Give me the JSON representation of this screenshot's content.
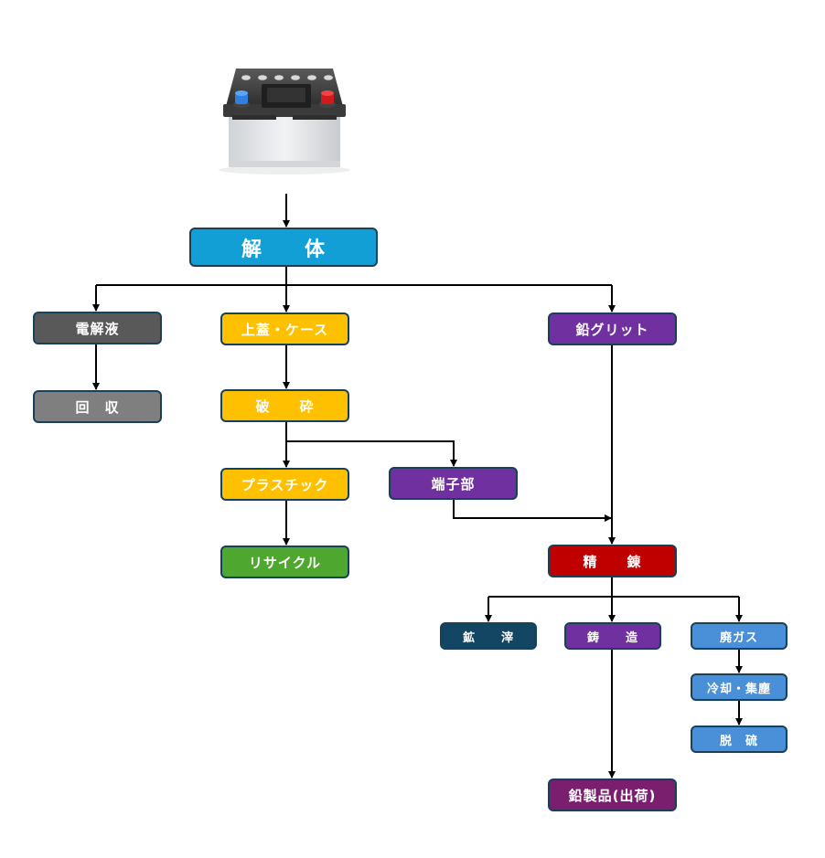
{
  "diagram": {
    "title": "鉛蓄電池リサイクルフロー",
    "source_icon": "car-battery-icon",
    "nodes": {
      "kaitai": {
        "label": "解　　体",
        "color": "#119fd6"
      },
      "denkaieki": {
        "label": "電解液",
        "color": "#595959"
      },
      "kaishu": {
        "label": "回　収",
        "color": "#7f7f7f"
      },
      "uwabuta": {
        "label": "上蓋・ケース",
        "color": "#ffc000"
      },
      "hasai": {
        "label": "破　　砕",
        "color": "#ffc000"
      },
      "plastic": {
        "label": "プラスチック",
        "color": "#ffc000"
      },
      "recycle": {
        "label": "リサイクル",
        "color": "#4ea72e"
      },
      "tanshibu": {
        "label": "端子部",
        "color": "#7030a0"
      },
      "namari_grid": {
        "label": "鉛グリット",
        "color": "#7030a0"
      },
      "seiren": {
        "label": "精　　錬",
        "color": "#c00000"
      },
      "kousai": {
        "label": "鉱　　滓",
        "color": "#124662"
      },
      "chuzou": {
        "label": "鋳　　造",
        "color": "#7030a0"
      },
      "haigas": {
        "label": "廃ガス",
        "color": "#4a90d9"
      },
      "reikyaku": {
        "label": "冷却・集塵",
        "color": "#4a90d9"
      },
      "datsuryu": {
        "label": "脱　硫",
        "color": "#4a90d9"
      },
      "namari_seihin": {
        "label": "鉛製品(出荷)",
        "color": "#7a1f6e"
      }
    },
    "edges": [
      [
        "battery",
        "kaitai"
      ],
      [
        "kaitai",
        "denkaieki"
      ],
      [
        "kaitai",
        "uwabuta"
      ],
      [
        "kaitai",
        "namari_grid"
      ],
      [
        "denkaieki",
        "kaishu"
      ],
      [
        "uwabuta",
        "hasai"
      ],
      [
        "hasai",
        "plastic"
      ],
      [
        "hasai",
        "tanshibu"
      ],
      [
        "plastic",
        "recycle"
      ],
      [
        "tanshibu",
        "seiren"
      ],
      [
        "namari_grid",
        "seiren"
      ],
      [
        "seiren",
        "kousai"
      ],
      [
        "seiren",
        "chuzou"
      ],
      [
        "seiren",
        "haigas"
      ],
      [
        "haigas",
        "reikyaku"
      ],
      [
        "reikyaku",
        "datsuryu"
      ],
      [
        "chuzou",
        "namari_seihin"
      ]
    ]
  }
}
